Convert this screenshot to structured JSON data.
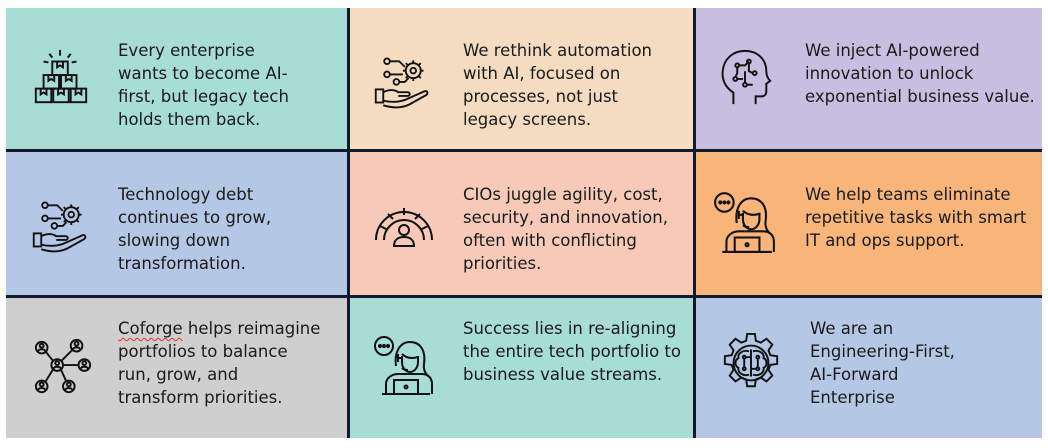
{
  "cells": [
    {
      "text": "Every enterprise\nwants to become AI-\nfirst, but legacy tech\nholds them back.",
      "bg": "#a8ddd6",
      "icon": "building-blocks-icon"
    },
    {
      "text": "We rethink automation\nwith AI, focused on\nprocesses, not just\nlegacy screens.",
      "bg": "#f3dcbf",
      "icon": "hand-gears-icon"
    },
    {
      "text": "We inject AI-powered\ninnovation to unlock\nexponential business value.",
      "bg": "#c8bfe0",
      "icon": "ai-head-icon"
    },
    {
      "text": "Technology debt\ncontinues to grow,\nslowing down\ntransformation.",
      "bg": "#b4c8e6",
      "icon": "hand-gears-icon"
    },
    {
      "text": "CIOs juggle agility, cost,\nsecurity, and innovation,\noften with conflicting\npriorities.",
      "bg": "#f6c9b8",
      "icon": "gauge-person-icon"
    },
    {
      "text": "We help teams eliminate\nrepetitive tasks with smart\nIT and ops support.",
      "bg": "#f7b57a",
      "icon": "support-agent-icon"
    },
    {
      "text_first": "Coforge",
      "text_rest": " helps reimagine\nportfolios to balance\nrun, grow, and\ntransform priorities.",
      "bg": "#cfcfcf",
      "icon": "network-people-icon"
    },
    {
      "text": "Success lies in re-aligning\nthe entire tech portfolio to\nbusiness value streams.",
      "bg": "#a8ddd6",
      "icon": "support-agent-icon"
    },
    {
      "text": "We are an\nEngineering-First,\nAI-Forward\nEnterprise",
      "bg": "#b4c8e6",
      "icon": "gear-brain-icon"
    }
  ]
}
